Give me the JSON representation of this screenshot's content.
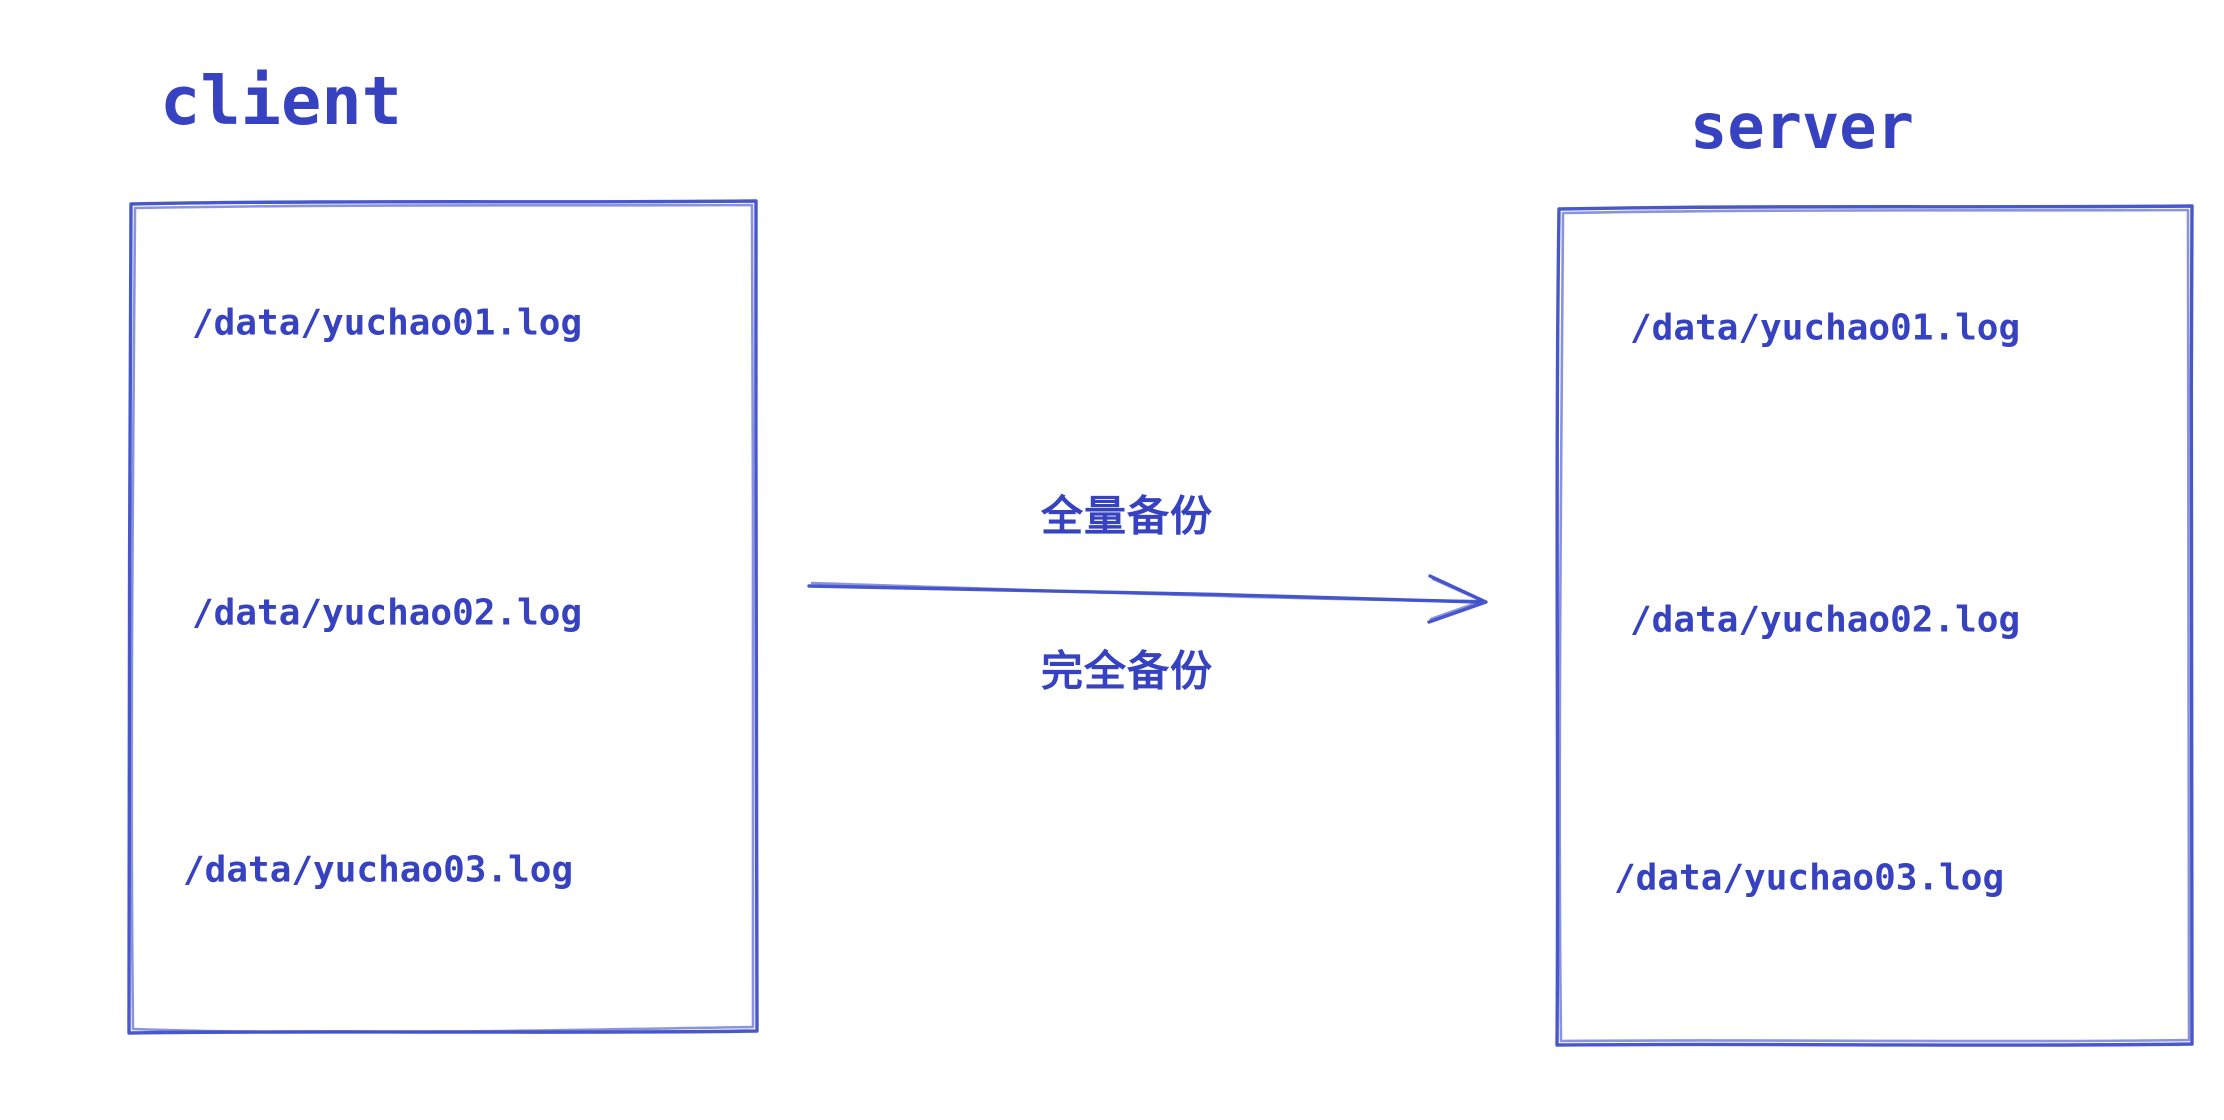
{
  "diagram": {
    "client": {
      "title": "client",
      "files": [
        "/data/yuchao01.log",
        "/data/yuchao02.log",
        "/data/yuchao03.log"
      ]
    },
    "server": {
      "title": "server",
      "files": [
        "/data/yuchao01.log",
        "/data/yuchao02.log",
        "/data/yuchao03.log"
      ]
    },
    "arrow": {
      "direction": "client-to-server",
      "label_top": "全量备份",
      "label_bottom": "完全备份"
    },
    "colors": {
      "ink": "#3642c0",
      "stroke": "#4150c9",
      "background": "#ffffff"
    }
  }
}
